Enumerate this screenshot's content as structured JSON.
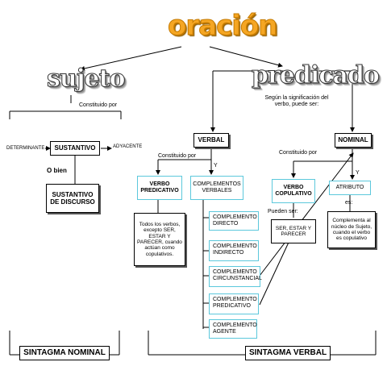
{
  "title": "oración",
  "sujeto": {
    "label": "sujeto",
    "constituido_por": "Constituido por",
    "determinante": "DETERMINANTE",
    "sustantivo": "SUSTANTIVO",
    "adyacente": "ADYACENTE",
    "o_bien": "O bien",
    "sustantivo_discurso": "SUSTANTIVO DE DISCURSO",
    "sintagma": "SINTAGMA NOMINAL"
  },
  "predicado": {
    "label": "predicado",
    "segun": "Según la significación del verbo, puede ser:",
    "verbal": "VERBAL",
    "nominal": "NOMINAL",
    "constituido_por_verbal": "Constituido por",
    "constituido_por_nominal": "Constituido por",
    "y_verbal": "Y",
    "y_nominal": "Y",
    "verbo_predicativo": "VERBO PREDICATIVO",
    "complementos_verbales": "COMPLEMENTOS VERBALES",
    "predicativo_note": "Todos los verbos, excepto SER, ESTAR Y PARECER, cuando actúan como copulativos.",
    "complementos": [
      "COMPLEMENTO DIRECTO",
      "COMPLEMENTO INDIRECTO",
      "COMPLEMENTO CIRCUNSTANCIAL",
      "COMPLEMENTO PREDICATIVO",
      "COMPLEMENTO AGENTE"
    ],
    "verbo_copulativo": "VERBO COPULATIVO",
    "pueden_ser": "Pueden ser:",
    "copulativo_note": "SER, ESTAR Y PARECER",
    "atributo": "ATRIBUTO",
    "es": "es:",
    "atributo_note": "Complementa al núcleo de Sujeto, cuando el verbo es copulativo",
    "sintagma": "SINTAGMA VERBAL"
  },
  "colors": {
    "title_orange": "#f5a623",
    "box_cyan": "#5cc8dc",
    "line": "#000000"
  }
}
